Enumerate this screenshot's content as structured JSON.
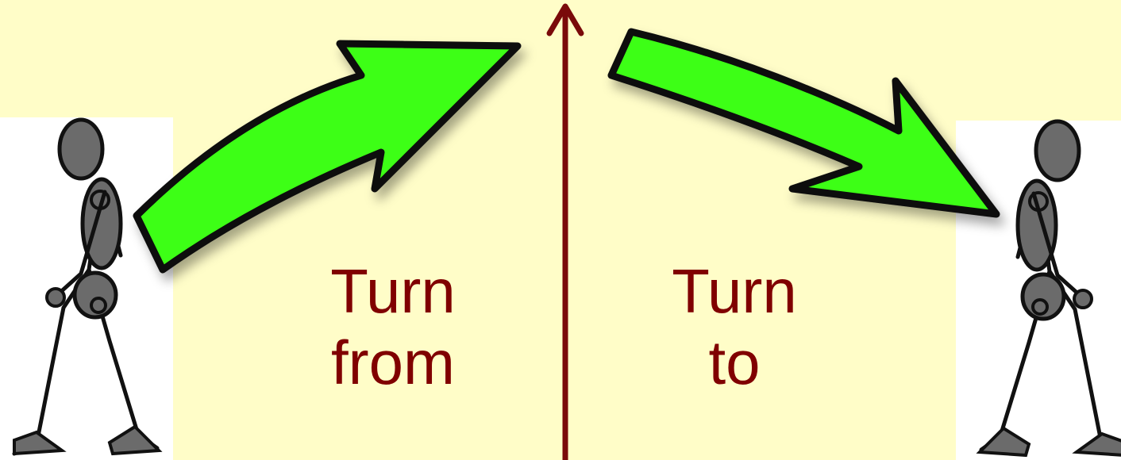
{
  "diagram": {
    "left_label": {
      "line1": "Turn",
      "line2": "from"
    },
    "right_label": {
      "line1": "Turn",
      "line2": "to"
    }
  },
  "colors": {
    "background": "#FFFDC8",
    "figure_panel": "#FFFFFF",
    "arrow_fill": "#3CFF14",
    "arrow_outline": "#0A0A0A",
    "divider": "#7A0A0A",
    "label_text": "#800000",
    "figure_fill": "#6B6B6B"
  },
  "icons": {
    "left_figure": "walking-stick-figure-icon",
    "right_figure": "walking-stick-figure-icon",
    "left_arrow": "curved-arrow-up-right-icon",
    "right_arrow": "curved-arrow-down-right-icon",
    "divider": "vertical-arrow-up-icon"
  }
}
